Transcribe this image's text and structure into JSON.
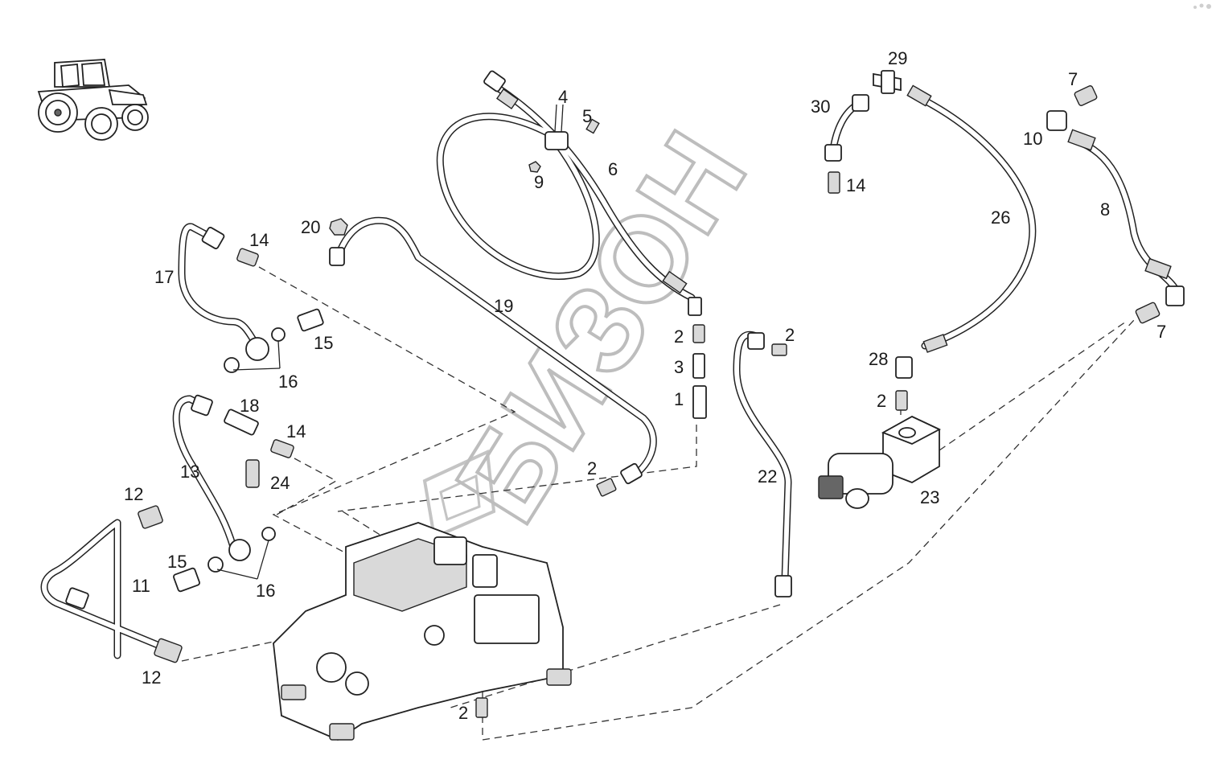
{
  "watermark": {
    "text": "БИЗОН"
  },
  "callouts": [
    {
      "id": "c4",
      "text": "4"
    },
    {
      "id": "c5",
      "text": "5"
    },
    {
      "id": "c6",
      "text": "6"
    },
    {
      "id": "c9",
      "text": "9"
    },
    {
      "id": "c20",
      "text": "20"
    },
    {
      "id": "c14a",
      "text": "14"
    },
    {
      "id": "c17",
      "text": "17"
    },
    {
      "id": "c19",
      "text": "19"
    },
    {
      "id": "c15a",
      "text": "15"
    },
    {
      "id": "c16a",
      "text": "16"
    },
    {
      "id": "c2a",
      "text": "2"
    },
    {
      "id": "c3",
      "text": "3"
    },
    {
      "id": "c1",
      "text": "1"
    },
    {
      "id": "c2b",
      "text": "2"
    },
    {
      "id": "c18",
      "text": "18"
    },
    {
      "id": "c14b",
      "text": "14"
    },
    {
      "id": "c13",
      "text": "13"
    },
    {
      "id": "c24",
      "text": "24"
    },
    {
      "id": "c2c",
      "text": "2"
    },
    {
      "id": "c12a",
      "text": "12"
    },
    {
      "id": "c11",
      "text": "11"
    },
    {
      "id": "c15b",
      "text": "15"
    },
    {
      "id": "c16b",
      "text": "16"
    },
    {
      "id": "c12b",
      "text": "12"
    },
    {
      "id": "c22",
      "text": "22"
    },
    {
      "id": "c2d",
      "text": "2"
    },
    {
      "id": "c29",
      "text": "29"
    },
    {
      "id": "c30",
      "text": "30"
    },
    {
      "id": "c14c",
      "text": "14"
    },
    {
      "id": "c26",
      "text": "26"
    },
    {
      "id": "c28",
      "text": "28"
    },
    {
      "id": "c2e",
      "text": "2"
    },
    {
      "id": "c23",
      "text": "23"
    },
    {
      "id": "c7a",
      "text": "7"
    },
    {
      "id": "c10",
      "text": "10"
    },
    {
      "id": "c8",
      "text": "8"
    },
    {
      "id": "c7b",
      "text": "7"
    }
  ]
}
